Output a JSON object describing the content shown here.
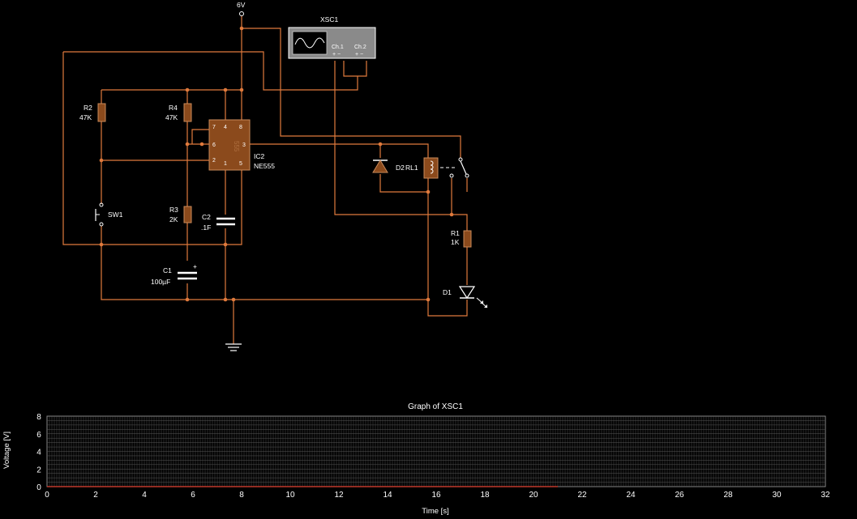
{
  "circuit": {
    "supply": {
      "label": "6V"
    },
    "scope": {
      "label": "XSC1",
      "ch1": "Ch.1",
      "ch2": "Ch.2",
      "ch1_pol": "+ −",
      "ch2_pol": "+ −"
    },
    "r2": {
      "ref": "R2",
      "value": "47K"
    },
    "r4": {
      "ref": "R4",
      "value": "47K"
    },
    "r3": {
      "ref": "R3",
      "value": "2K"
    },
    "r1": {
      "ref": "R1",
      "value": "1K"
    },
    "c1": {
      "ref": "C1",
      "value": "100µF",
      "polarity": "+"
    },
    "c2": {
      "ref": "C2",
      "value": ".1F"
    },
    "sw1": {
      "ref": "SW1"
    },
    "ic2": {
      "ref": "IC2",
      "part": "NE555",
      "body": "555",
      "pins": [
        "7",
        "4",
        "8",
        "6",
        "3",
        "2",
        "1",
        "5"
      ]
    },
    "d2": {
      "ref": "D2"
    },
    "rl1": {
      "ref": "RL1"
    },
    "d1": {
      "ref": "D1"
    }
  },
  "graph": {
    "title": "Graph of XSC1",
    "ylabel": "Voltage [V]",
    "xlabel": "Time [s]"
  },
  "chart_data": {
    "type": "line",
    "title": "Graph of XSC1",
    "xlabel": "Time [s]",
    "ylabel": "Voltage [V]",
    "xlim": [
      0,
      32
    ],
    "ylim": [
      0,
      8
    ],
    "xticks": [
      "0",
      "2",
      "4",
      "6",
      "8",
      "10",
      "12",
      "14",
      "16",
      "18",
      "20",
      "22",
      "24",
      "26",
      "28",
      "30",
      "32"
    ],
    "yticks": [
      "0",
      "2",
      "4",
      "6",
      "8"
    ],
    "grid": true,
    "series": [
      {
        "color": "#c0392b",
        "x": [
          0,
          21
        ],
        "y": [
          0,
          0
        ]
      }
    ]
  },
  "colors": {
    "wire": "#e07a3c",
    "component": "#8b4a1c",
    "background": "#000000",
    "grid": "#555555",
    "trace": "#c0392b"
  }
}
